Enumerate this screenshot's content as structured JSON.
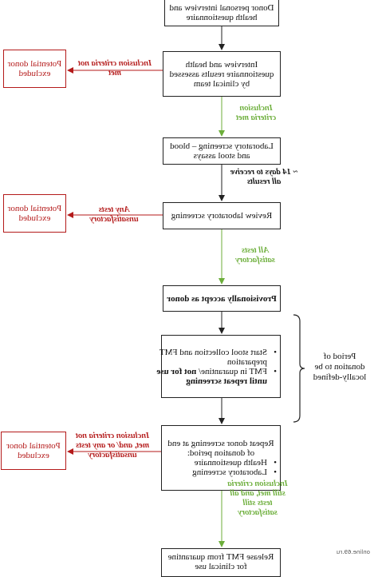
{
  "boxes": {
    "donor_q": "Donor personal interview and health questionnaire",
    "interview": "Interview and health questionnaire results assessed by clinical team",
    "lab": "Laboratory screening – blood and stool assays",
    "review": "Review laboratory screening",
    "provisional": "Provisionally accept as donor",
    "collection_1": "Start stool collection and FMT preparation",
    "collection_2a": "FMT in quarantine/",
    "collection_2b": "not for use until repeat screening",
    "repeat_title": "Repeat donor screening at end of donation period:",
    "repeat_b1": "Health questionnaire",
    "repeat_b2": "Laboratory screening",
    "release": "Release FMT from quarantine for clinical use"
  },
  "excluded": {
    "box1": "Potential donor excluded",
    "box2": "Potential donor excluded",
    "box3": "Potential donor excluded"
  },
  "labels": {
    "not_met": "Inclusion criteria not met",
    "met": "Inclusion criteria met",
    "days": "~ 14 days to receive all results",
    "tests_unsat": "Any tests unsatisfactory",
    "tests_sat": "All tests satisfactory",
    "repeat_fail": "Inclusion criteria not met, and/ or any tests unsatisfactory",
    "repeat_pass": "Inclusion criteria still met, and all tests still satisfactory"
  },
  "side_note": "Period of donation to be locally-defined",
  "watermark": "online.69.ru",
  "colors": {
    "red": "#b41a1a",
    "green": "#6cae3a",
    "black": "#222222"
  }
}
